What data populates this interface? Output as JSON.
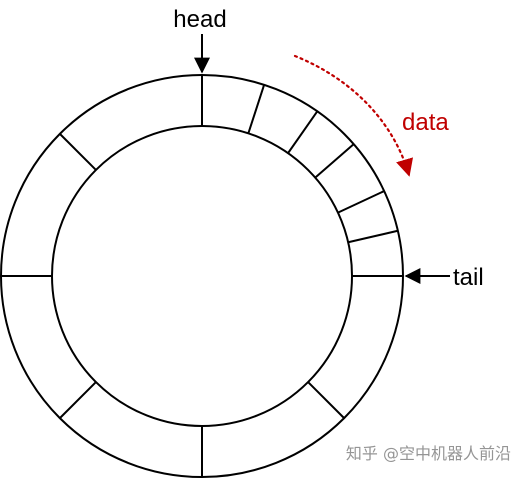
{
  "labels": {
    "head": "head",
    "tail": "tail",
    "data": "data"
  },
  "watermark": "知乎 @空中机器人前沿",
  "colors": {
    "stroke": "#000000",
    "data_arrow": "#c00000",
    "watermark": "#8a8a8a"
  },
  "ring": {
    "divider_angles_deg": [
      -90,
      -72,
      -55,
      -41,
      -25,
      -13,
      0,
      45,
      90,
      135,
      180,
      225
    ]
  }
}
